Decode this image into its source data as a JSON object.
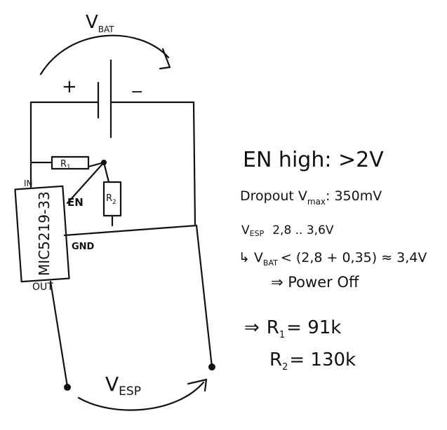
{
  "diagram": {
    "labels": {
      "vbat_main": "V",
      "vbat_main_sub": "BAT",
      "plus": "+",
      "minus": "−",
      "r1": "R",
      "r1_sub": "1",
      "r2": "R",
      "r2_sub": "2",
      "ic_name": "MIC5219-33",
      "pin_in": "IN",
      "pin_en": "EN",
      "pin_gnd": "GND",
      "pin_out": "OUT",
      "vesp_bottom": "V",
      "vesp_bottom_sub": "ESP"
    },
    "notes": {
      "en_high": "EN high: >2V",
      "dropout_prefix": "Dropout V",
      "dropout_sub": "max",
      "dropout_suffix": ": 350mV",
      "vesp_line_v": "V",
      "vesp_line_sub": "ESP",
      "vesp_line_range": "2,8 .. 3,6V",
      "vbat_arrow": "↳",
      "vbat_line_v": "V",
      "vbat_line_sub": "BAT",
      "vbat_line_expr": "< (2,8 + 0,35) ≈ 3,4V",
      "power_off": "⇒ Power Off",
      "r1_arrow": "⇒",
      "r1_r": "R",
      "r1_sub": "1",
      "r1_value": "= 91k",
      "r2_r": "R",
      "r2_sub": "2",
      "r2_value": "= 130k"
    }
  }
}
